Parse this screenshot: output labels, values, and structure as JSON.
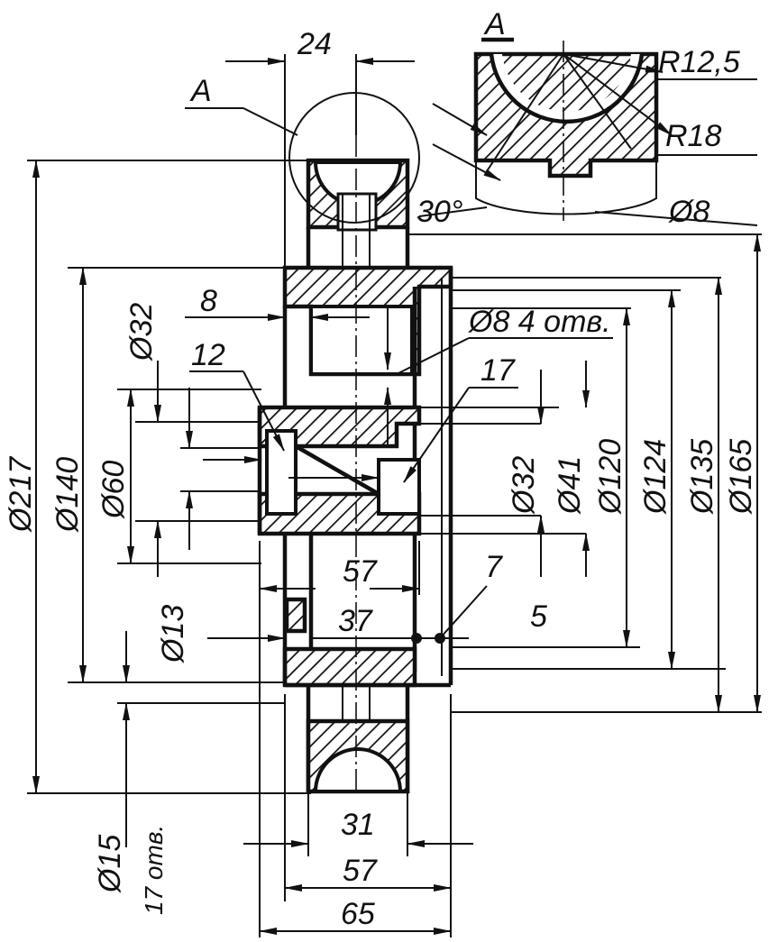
{
  "section_label": "A",
  "view_label": "A",
  "labels": {
    "r12_5": "R12,5",
    "r18": "R18",
    "angle_30": "30°",
    "d8_detail": "Ø8",
    "w24": "24",
    "d217": "Ø217",
    "d140": "Ø140",
    "d60": "Ø60",
    "d32_left": "Ø32",
    "d13": "Ø13",
    "d15": "Ø15",
    "holes17": "17 отв.",
    "l8": "8",
    "l12": "12",
    "d8_holes": "Ø8 4 отв.",
    "l17": "17",
    "d32_right": "Ø32",
    "d41": "Ø41",
    "d120": "Ø120",
    "d124": "Ø124",
    "d135": "Ø135",
    "d165": "Ø165",
    "l57_top": "57",
    "l37": "37",
    "l7": "7",
    "l5": "5",
    "l31": "31",
    "l57_bottom": "57",
    "l65": "65"
  }
}
